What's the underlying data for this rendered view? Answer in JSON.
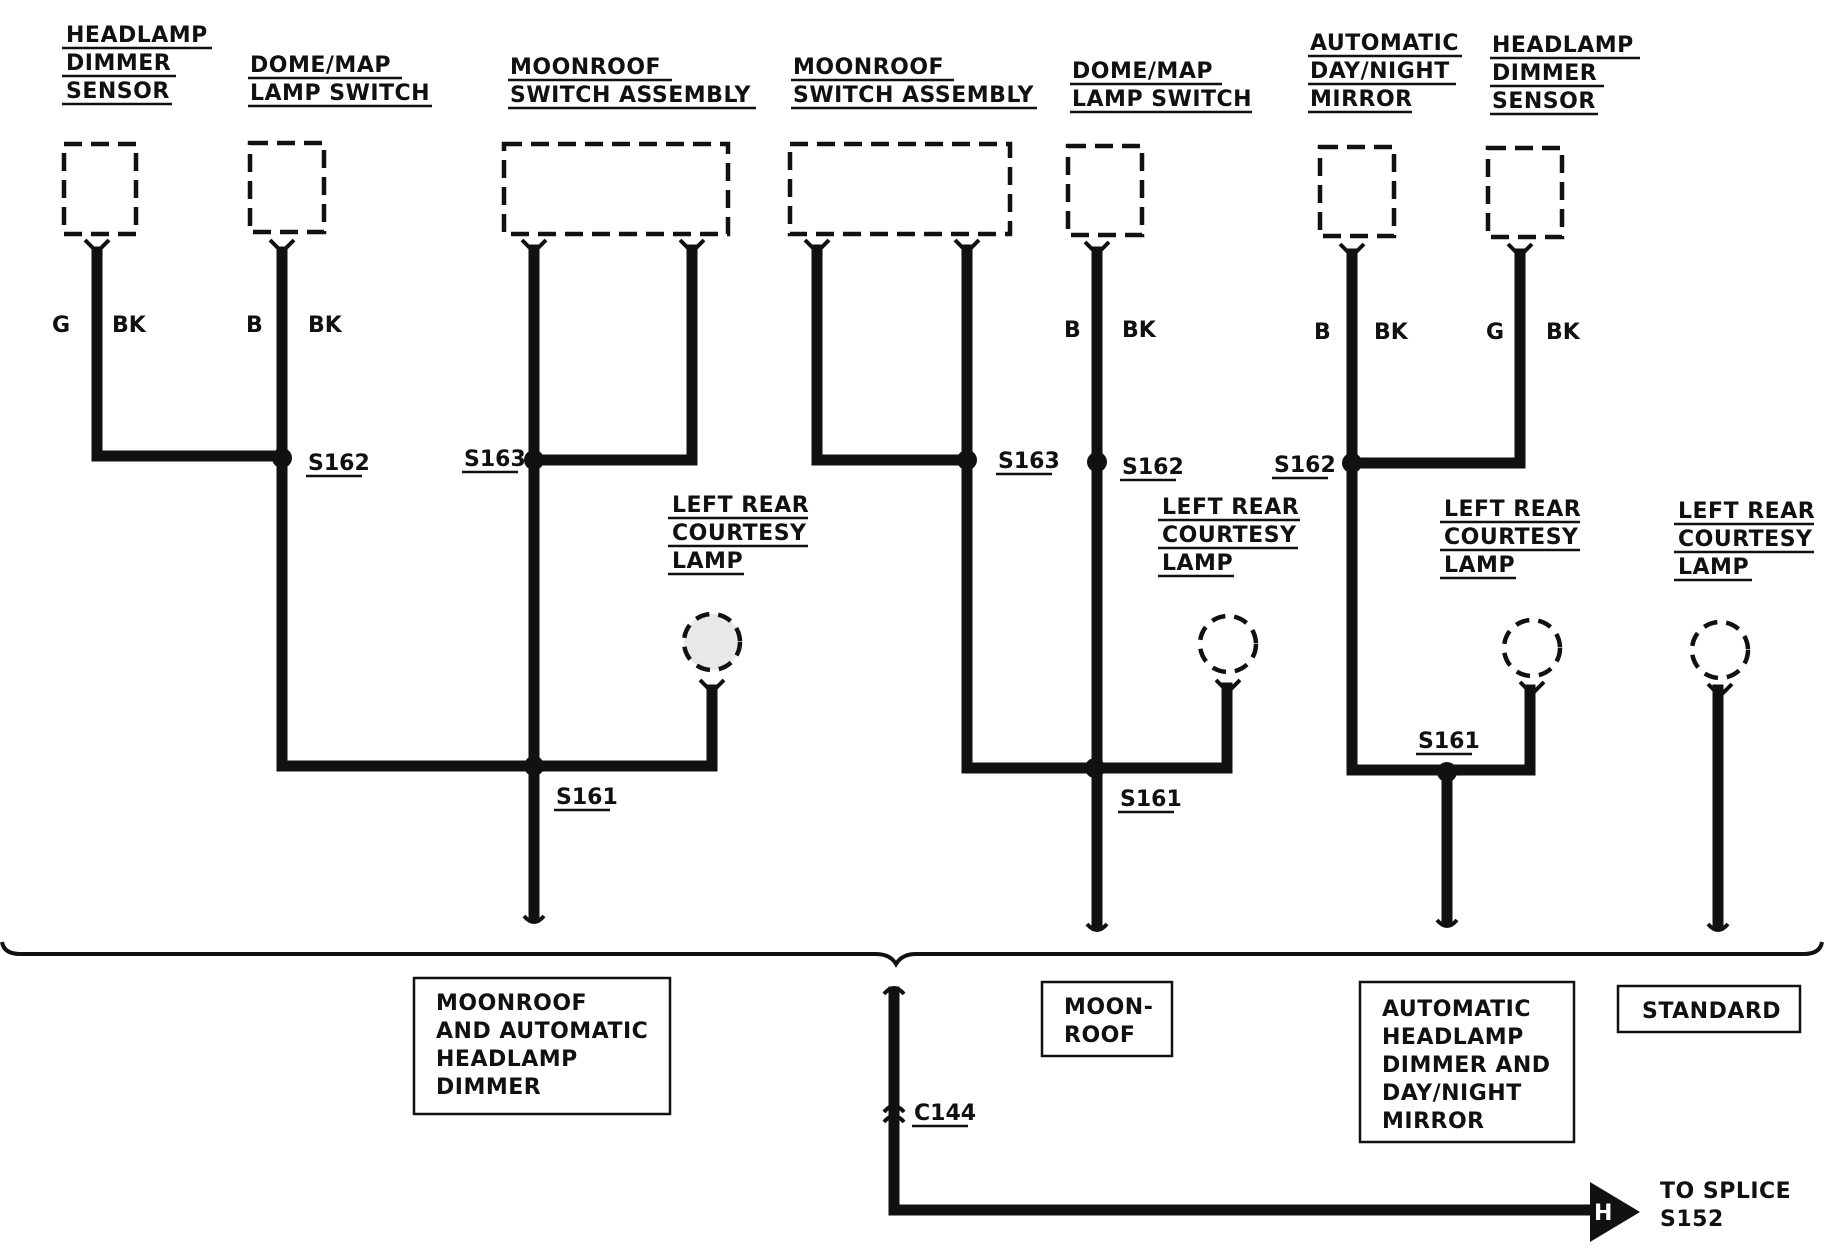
{
  "components": {
    "c1": {
      "line1": "HEADLAMP",
      "line2": "DIMMER",
      "line3": "SENSOR"
    },
    "c2": {
      "line1": "DOME/MAP",
      "line2": "LAMP SWITCH"
    },
    "c3": {
      "line1": "MOONROOF",
      "line2": "SWITCH ASSEMBLY"
    },
    "c4": {
      "line1": "MOONROOF",
      "line2": "SWITCH ASSEMBLY"
    },
    "c5": {
      "line1": "DOME/MAP",
      "line2": "LAMP SWITCH"
    },
    "c6": {
      "line1": "AUTOMATIC",
      "line2": "DAY/NIGHT",
      "line3": "MIRROR"
    },
    "c7": {
      "line1": "HEADLAMP",
      "line2": "DIMMER",
      "line3": "SENSOR"
    }
  },
  "lamps": {
    "l1": {
      "line1": "LEFT REAR",
      "line2": "COURTESY",
      "line3": "LAMP"
    },
    "l2": {
      "line1": "LEFT REAR",
      "line2": "COURTESY",
      "line3": "LAMP"
    },
    "l3": {
      "line1": "LEFT REAR",
      "line2": "COURTESY",
      "line3": "LAMP"
    },
    "l4": {
      "line1": "LEFT REAR",
      "line2": "COURTESY",
      "line3": "LAMP"
    }
  },
  "wire_codes": {
    "w1": {
      "left": "G",
      "right": "BK"
    },
    "w2": {
      "left": "B",
      "right": "BK"
    },
    "w5": {
      "left": "B",
      "right": "BK"
    },
    "w6": {
      "left": "B",
      "right": "BK"
    },
    "w7": {
      "left": "G",
      "right": "BK"
    }
  },
  "splices": {
    "s162a": "S162",
    "s163a": "S163",
    "s161a": "S161",
    "s163b": "S163",
    "s162b": "S162",
    "s161b": "S161",
    "s162c": "S162",
    "s161c": "S161"
  },
  "options": {
    "o1": {
      "line1": "MOONROOF",
      "line2": "AND AUTOMATIC",
      "line3": "HEADLAMP",
      "line4": "DIMMER"
    },
    "o2": {
      "line1": "MOON-",
      "line2": "ROOF"
    },
    "o3": {
      "line1": "AUTOMATIC",
      "line2": "HEADLAMP",
      "line3": "DIMMER AND",
      "line4": "DAY/NIGHT",
      "line5": "MIRROR"
    },
    "o4": {
      "line1": "STANDARD"
    }
  },
  "connector": "C144",
  "destination": {
    "marker": "H",
    "line1": "TO SPLICE",
    "line2": "S152"
  },
  "colors": {
    "ink": "#111111",
    "background": "#ffffff"
  }
}
